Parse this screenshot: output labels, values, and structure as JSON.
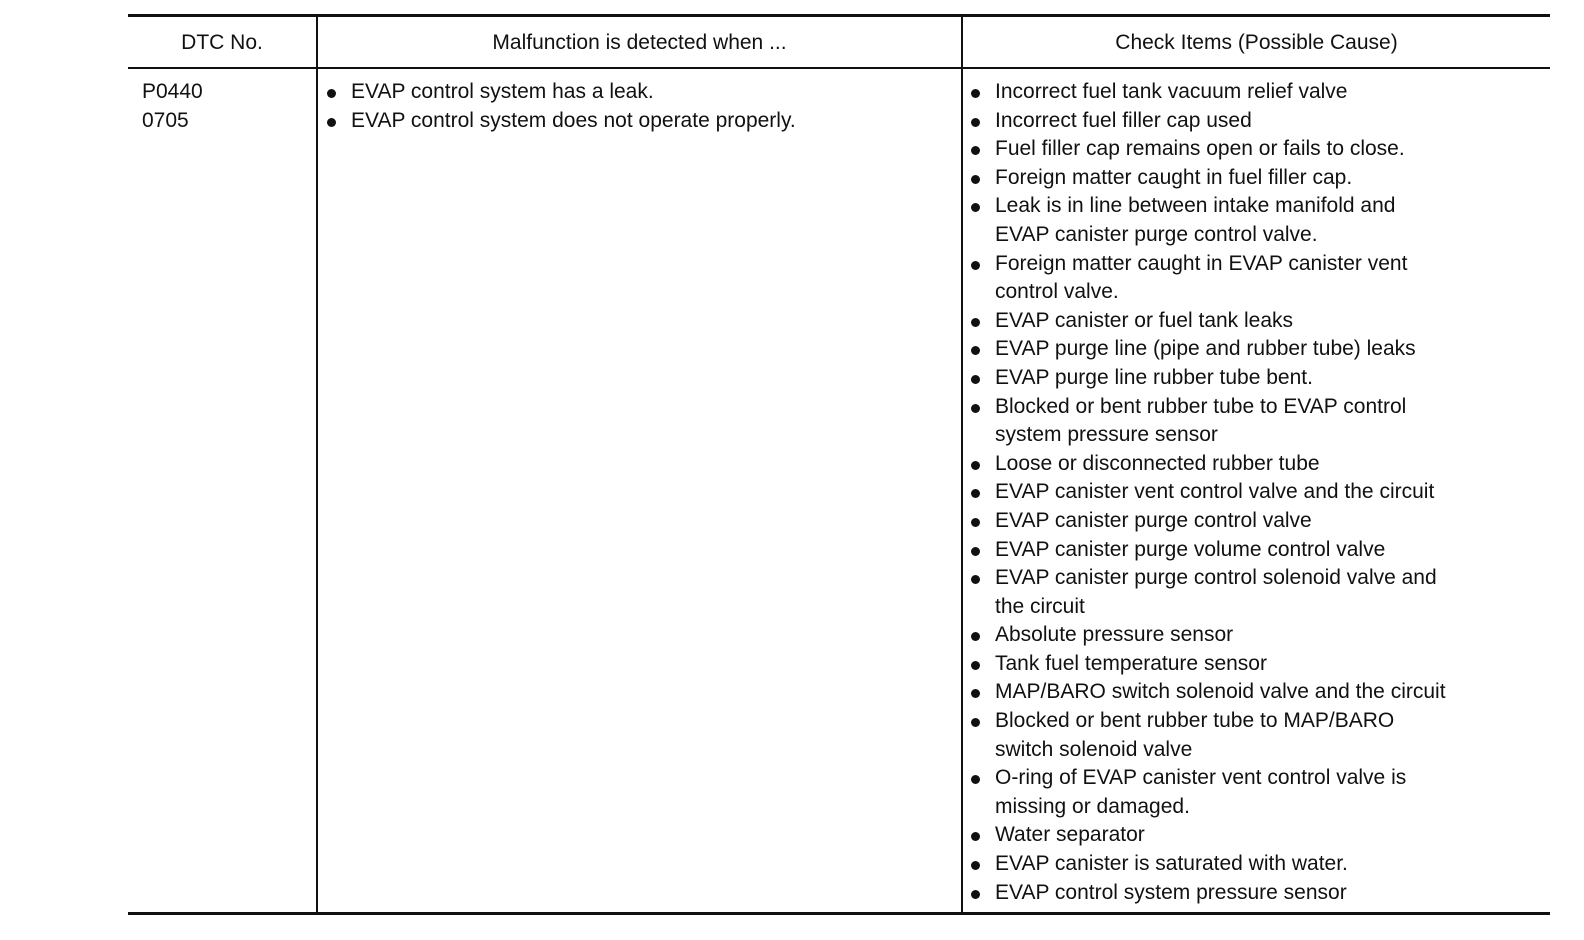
{
  "table": {
    "headers": {
      "dtc_no": "DTC No.",
      "malfunction": "Malfunction is detected when ...",
      "check_items": "Check Items (Possible Cause)"
    },
    "dtc_codes": [
      "P0440",
      "0705"
    ],
    "malfunction_items": [
      "EVAP control system has a leak.",
      "EVAP control system does not operate properly."
    ],
    "check_items": [
      "Incorrect fuel tank vacuum relief valve",
      "Incorrect fuel filler cap used",
      "Fuel filler cap remains open or fails to close.",
      "Foreign matter caught in fuel filler cap.",
      "Leak is in line between intake manifold and\nEVAP canister purge control valve.",
      "Foreign matter caught in EVAP canister vent\ncontrol valve.",
      "EVAP canister or fuel tank leaks",
      "EVAP purge line (pipe and rubber tube) leaks",
      "EVAP purge line rubber tube bent.",
      "Blocked or bent rubber tube to EVAP control\nsystem pressure sensor",
      "Loose or disconnected rubber tube",
      "EVAP canister vent control valve and the circuit",
      "EVAP canister purge control valve",
      "EVAP canister purge volume control valve",
      "EVAP canister purge control solenoid valve and\nthe circuit",
      "Absolute pressure sensor",
      "Tank fuel temperature sensor",
      "MAP/BARO switch solenoid valve and the circuit",
      "Blocked or bent rubber tube to MAP/BARO\nswitch solenoid valve",
      "O-ring of EVAP canister vent control valve is\nmissing or damaged.",
      "Water separator",
      "EVAP canister is saturated with water.",
      "EVAP control system pressure sensor"
    ]
  }
}
